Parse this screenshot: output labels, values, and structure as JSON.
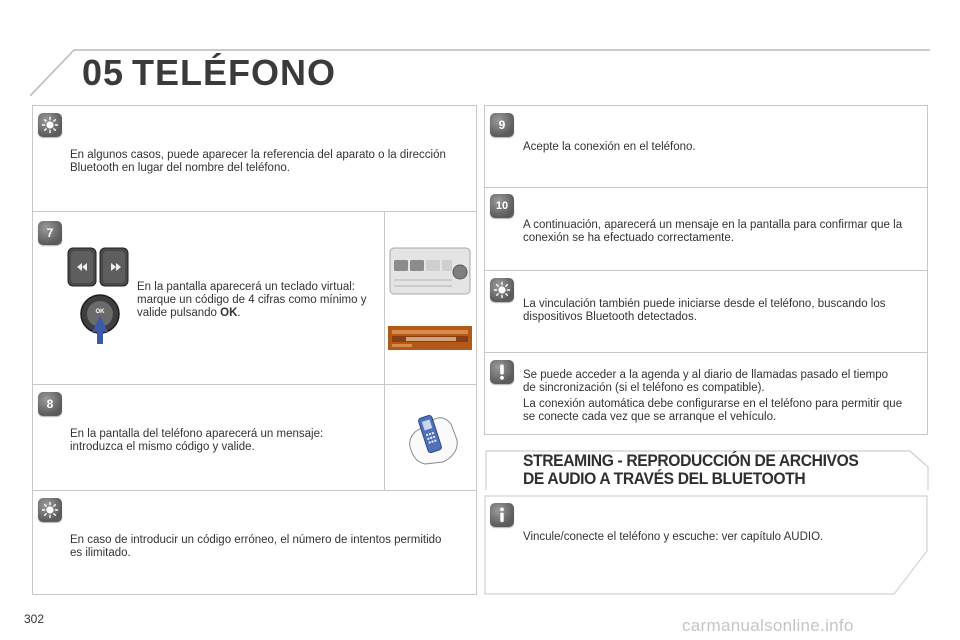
{
  "header": {
    "chapter_number": "05",
    "chapter_title": "TELÉFONO"
  },
  "left_column": {
    "tip_1": "En algunos casos, puede aparecer la referencia del aparato o la dirección Bluetooth en lugar del nombre del teléfono.",
    "step_7": {
      "number": "7",
      "text_before": "En la pantalla aparecerá un teclado virtual: marque un código de 4 cifras como mínimo y valide pulsando ",
      "ok_label": "OK",
      "text_after": ".",
      "ok_button_glyph": "OK"
    },
    "step_8": {
      "number": "8",
      "text": "En la pantalla del teléfono aparecerá un mensaje: introduzca el mismo código y valide."
    },
    "tip_2": "En caso de introducir un código erróneo, el número de intentos permitido es ilimitado."
  },
  "right_column": {
    "step_9": {
      "number": "9",
      "text": "Acepte la conexión en el teléfono."
    },
    "step_10": {
      "number": "10",
      "text": "A continuación, aparecerá un mensaje en la pantalla para confirmar que la conexión se ha efectuado correctamente."
    },
    "tip_3": "La vinculación también puede iniciarse desde el teléfono, buscando los dispositivos Bluetooth detectados.",
    "warning": {
      "text_1": "Se puede acceder a la agenda y al diario de llamadas pasado el tiempo de sincronización (si el teléfono es compatible).",
      "text_2": "La conexión automática debe configurarse en el teléfono para permitir que se conecte cada vez que se arranque el vehículo."
    },
    "streaming": {
      "title_line_1": "STREAMING - REPRODUCCIÓN DE ARCHIVOS",
      "title_line_2": "DE AUDIO A TRAVÉS DEL BLUETOOTH",
      "info": "Vincule/conecte el teléfono y escuche: ver capítulo AUDIO."
    }
  },
  "footer": {
    "page_number": "302",
    "watermark": "carmanualsonline.info"
  },
  "colors": {
    "badge": "#6a6a6a",
    "border": "#c8c8c8",
    "arrow": "#3b5ba8",
    "screen": "#b35a1a"
  },
  "icons": {
    "tip": "lightbulb-icon",
    "warning": "exclamation-icon",
    "info": "info-icon"
  }
}
